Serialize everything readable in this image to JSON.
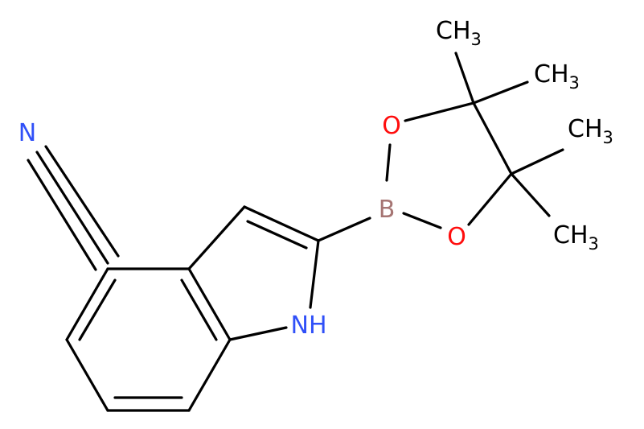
{
  "molecule": {
    "labels": {
      "nitrile_n": "N",
      "nh": "NH",
      "boron": "B",
      "oxygen_top": "O",
      "oxygen_bottom": "O",
      "methyl_1": "CH",
      "methyl_1_sub": "3",
      "methyl_2": "CH",
      "methyl_2_sub": "3",
      "methyl_3": "CH",
      "methyl_3_sub": "3",
      "methyl_4": "CH",
      "methyl_4_sub": "3"
    },
    "colors": {
      "bond": "#000000",
      "carbon": "#000000",
      "nitrogen": "#3050F8",
      "oxygen": "#FF0D0D",
      "boron": "#A67573"
    }
  }
}
